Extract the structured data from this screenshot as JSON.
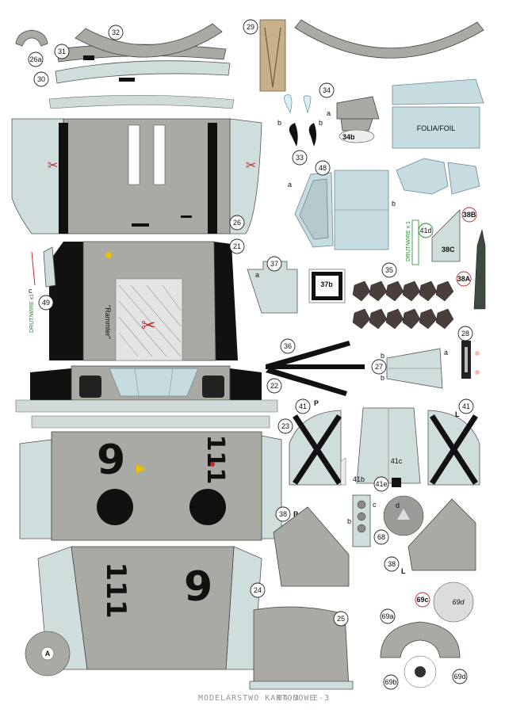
{
  "sheet": {
    "footer_brand": "MODELARSTWO KARTONOWE",
    "footer_issue": "04-3",
    "footer_code": "E-3"
  },
  "parts": {
    "p26a": "26a",
    "p30": "30",
    "p31": "31",
    "p32": "32",
    "p29": "29",
    "p34": "34",
    "p34b": "34b",
    "p33": "33",
    "p48": "48",
    "p26": "26",
    "p21": "21",
    "p37": "37",
    "p37b": "37b",
    "p35": "35",
    "p49": "49",
    "p41d": "41d",
    "p38B": "38B",
    "p38C": "38C",
    "p38A": "38A",
    "p36": "36",
    "p27": "27",
    "p28": "28",
    "p22": "22",
    "p23": "23",
    "p41p": "41",
    "p41l": "41",
    "p41c": "41c",
    "p41b": "41b",
    "p41e": "41e",
    "p38p": "38",
    "p68": "68",
    "p38l": "38",
    "p24": "24",
    "p25": "25",
    "p69c": "69c",
    "p69d_in": "69d",
    "p69a": "69a",
    "p69b": "69b",
    "p69d": "69d"
  },
  "letters": {
    "a": "a",
    "b": "b",
    "c": "c",
    "d": "d",
    "P": "P",
    "L": "L",
    "A": "A"
  },
  "texts": {
    "folia": "FOLIA/FOIL",
    "drut_41d": "DRUT/WIRE x 1",
    "drut_49": "DRUT/WIRE x1",
    "kennung_a": "6",
    "kennung_b": "111",
    "kennung_c": "6",
    "kennung_d": "111",
    "stencil_1": "\"Rammler\""
  },
  "colors": {
    "fuselage_gray": "#a9aaa3",
    "light_gray": "#cfdedd",
    "glass": "#c6dce0",
    "black": "#111111",
    "red_number": "#c6262e",
    "wire_green": "#1e8a2a",
    "yellow_badge": "#e6c200"
  }
}
